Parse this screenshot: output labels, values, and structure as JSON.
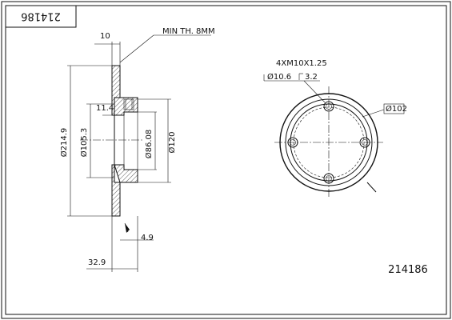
{
  "part_number": "214186",
  "part_number_rotated": "214186",
  "dimensions": {
    "min_thickness": "MIN TH. 8MM",
    "thickness": "10",
    "outer_diameter": "Ø214.9",
    "hub_outer_diameter": "Ø105.3",
    "center_bore": "Ø86.08",
    "hub_inner_diameter": "Ø120",
    "hub_wall": "11.4",
    "offset_small": "4.9",
    "total_height": "32.9",
    "bolt_thread": "4XM10X1.25",
    "hole_diameter": "Ø10.6",
    "hole_depth": "3.2",
    "pcd": "Ø102"
  }
}
